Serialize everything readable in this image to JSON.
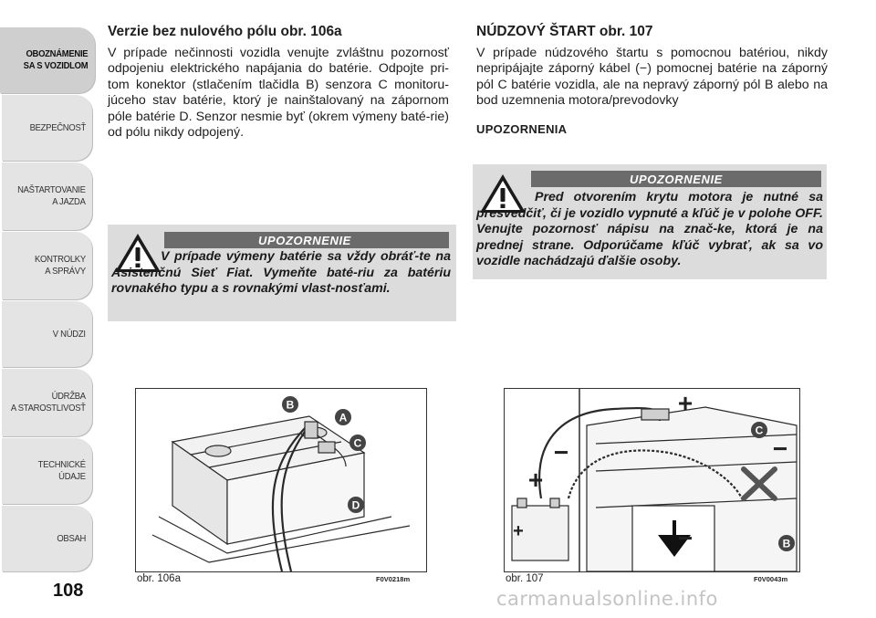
{
  "sidebar": {
    "items": [
      {
        "label": "OBOZNÁMENIE\nSA S VOZIDLOM",
        "active": true
      },
      {
        "label": "BEZPEČNOSŤ",
        "active": false
      },
      {
        "label": "NAŠTARTOVANIE\nA JAZDA",
        "active": false
      },
      {
        "label": "KONTROLKY\nA SPRÁVY",
        "active": false
      },
      {
        "label": "V NÚDZI",
        "active": false
      },
      {
        "label": "ÚDRŽBA\nA STAROSTLIVOSŤ",
        "active": false
      },
      {
        "label": "TECHNICKÉ\nÚDAJE",
        "active": false
      },
      {
        "label": "OBSAH",
        "active": false
      }
    ]
  },
  "page_number": "108",
  "left_column": {
    "heading": "Verzie bez nulového pólu obr. 106a",
    "body": "V prípade nečinnosti vozidla venujte zvláštnu pozornosť odpojeniu elektrického napájania do batérie. Odpojte pri-tom konektor (stlačením tlačidla B) senzora C monitoru-júceho stav batérie, ktorý je nainštalovaný na zápornom póle batérie D. Senzor nesmie byť (okrem výmeny baté-rie) od pólu nikdy odpojený.",
    "warning": {
      "title": "UPOZORNENIE",
      "text": "V prípade výmeny batérie sa vždy obráť-te na Asistenčnú Sieť Fiat. Vymeňte baté-riu za batériu rovnakého typu a s rovnakými vlast-nosťami."
    }
  },
  "right_column": {
    "heading": "NÚDZOVÝ ŠTART obr. 107",
    "body": "V prípade núdzového štartu s pomocnou batériou, nikdy nepripájajte záporný kábel (−) pomocnej batérie na záporný pól C batérie vozidla, ale na nepravý záporný pól B alebo na bod uzemnenia motora/prevodovky",
    "sub_heading": "UPOZORNENIA",
    "warning": {
      "title": "UPOZORNENIE",
      "text": "Pred otvorením krytu motora je nutné sa presvedčiť, či je vozidlo vypnuté a kľúč je v polohe OFF. Venujte pozornosť nápisu na znač-ke, ktorá je na prednej strane. Odporúčame kľúč vybrať, ak sa vo vozidle nachádzajú ďalšie osoby."
    }
  },
  "figures": [
    {
      "caption": "obr. 106a",
      "code": "F0V0218m",
      "labels": [
        "B",
        "A",
        "C",
        "D"
      ]
    },
    {
      "caption": "obr. 107",
      "code": "F0V0043m",
      "labels": [
        "C",
        "B"
      ],
      "symbols": [
        "+",
        "−",
        "+",
        "−",
        "+",
        "−"
      ]
    }
  ],
  "watermark": "carmanualsonline.info",
  "colors": {
    "tab_bg": "#e4e4e4",
    "tab_active_bg": "#cfcfcf",
    "warning_bg": "#dcdcdc",
    "warning_bar": "#6b6b6b",
    "label_circle": "#444444"
  }
}
